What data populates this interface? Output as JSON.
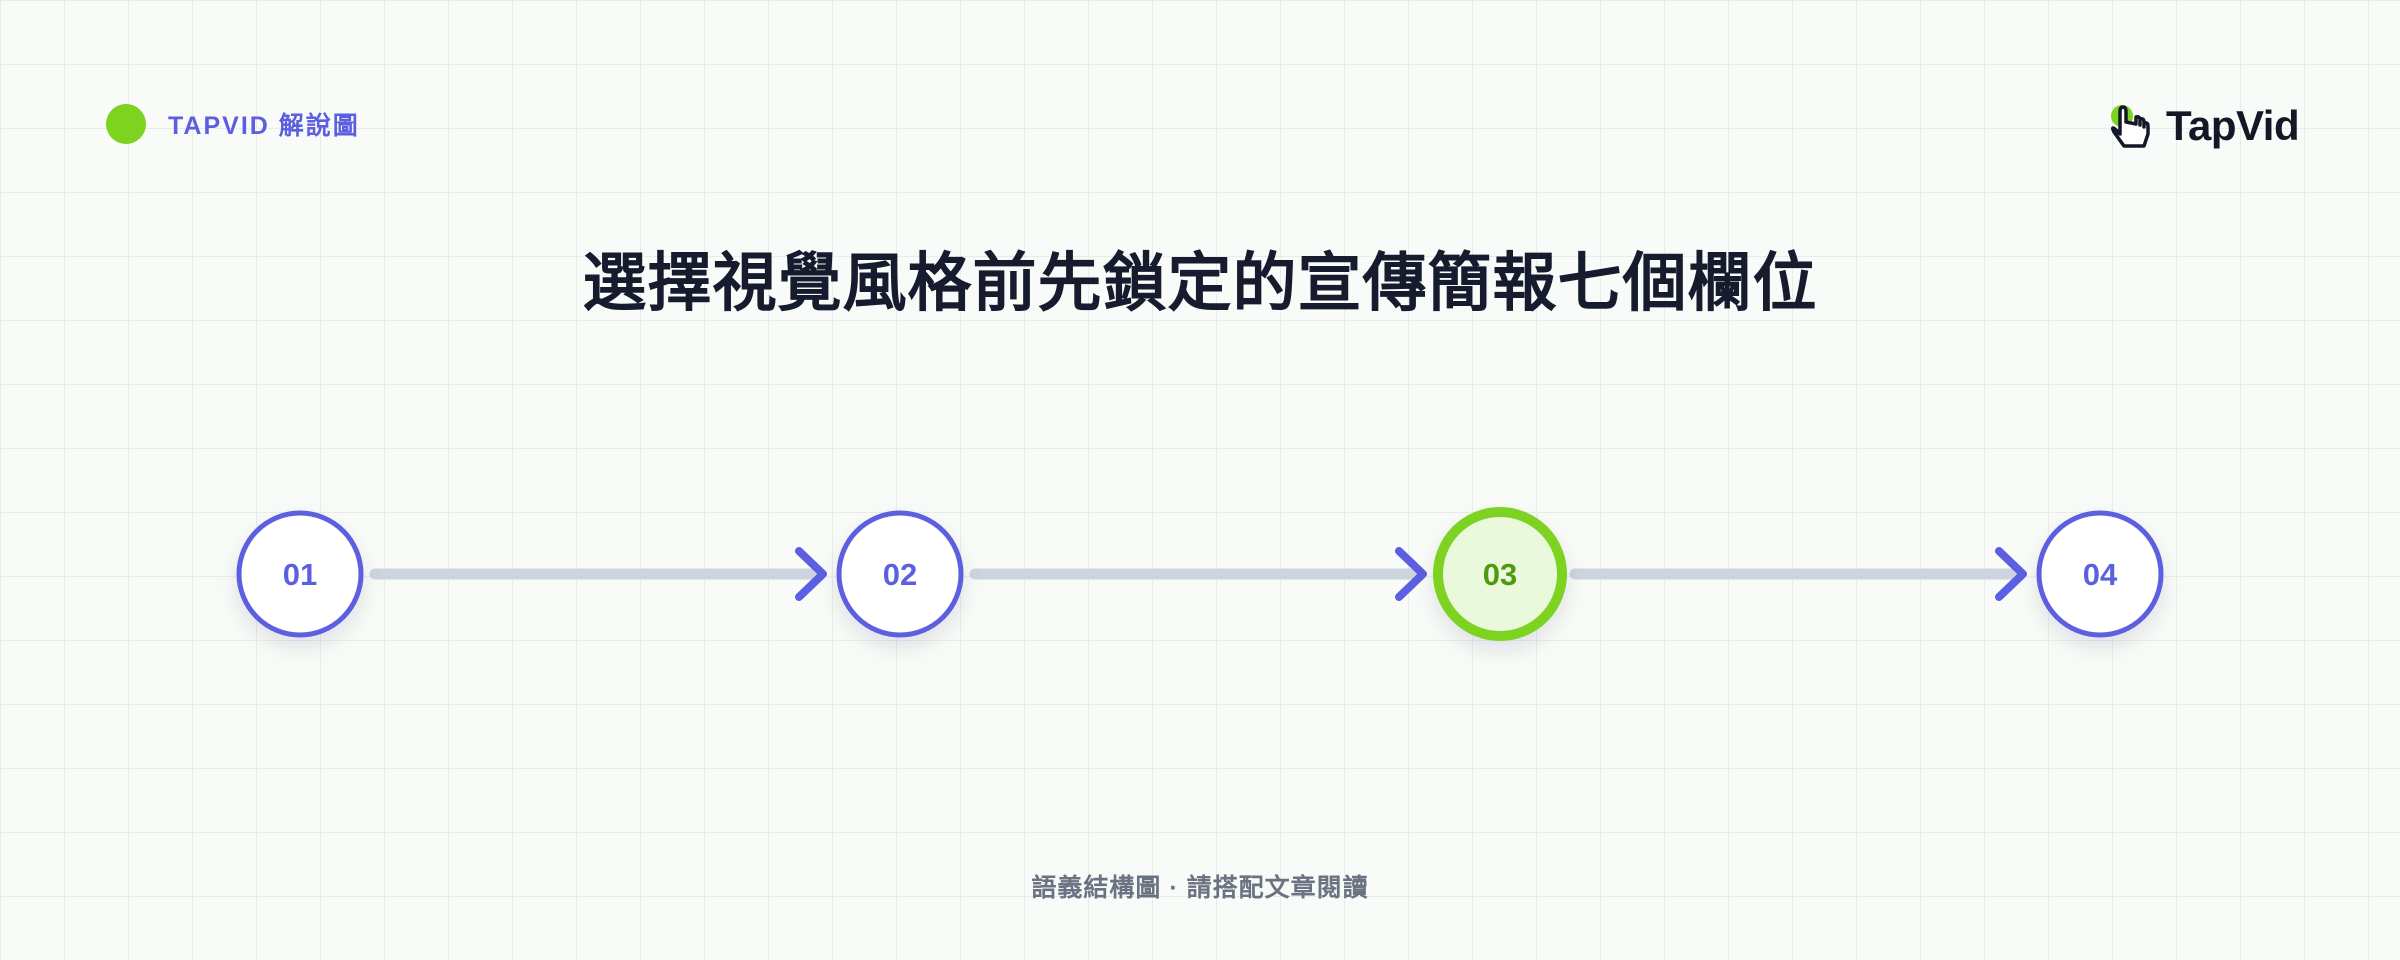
{
  "header": {
    "tag_label": "TAPVID 解說圖",
    "logo_text": "TapVid"
  },
  "title": "選擇視覺風格前先鎖定的宣傳簡報七個欄位",
  "steps": [
    {
      "label": "01",
      "active": false
    },
    {
      "label": "02",
      "active": false
    },
    {
      "label": "03",
      "active": true
    },
    {
      "label": "04",
      "active": false
    }
  ],
  "footer": {
    "text": "語義結構圖 · 請搭配文章閱讀"
  },
  "colors": {
    "accent": "#5b5fe0",
    "active_green": "#7ed321",
    "active_text": "#4e9a0f",
    "active_fill": "#eaf8dc",
    "connector": "#ccd4e0",
    "title": "#161b2e"
  }
}
